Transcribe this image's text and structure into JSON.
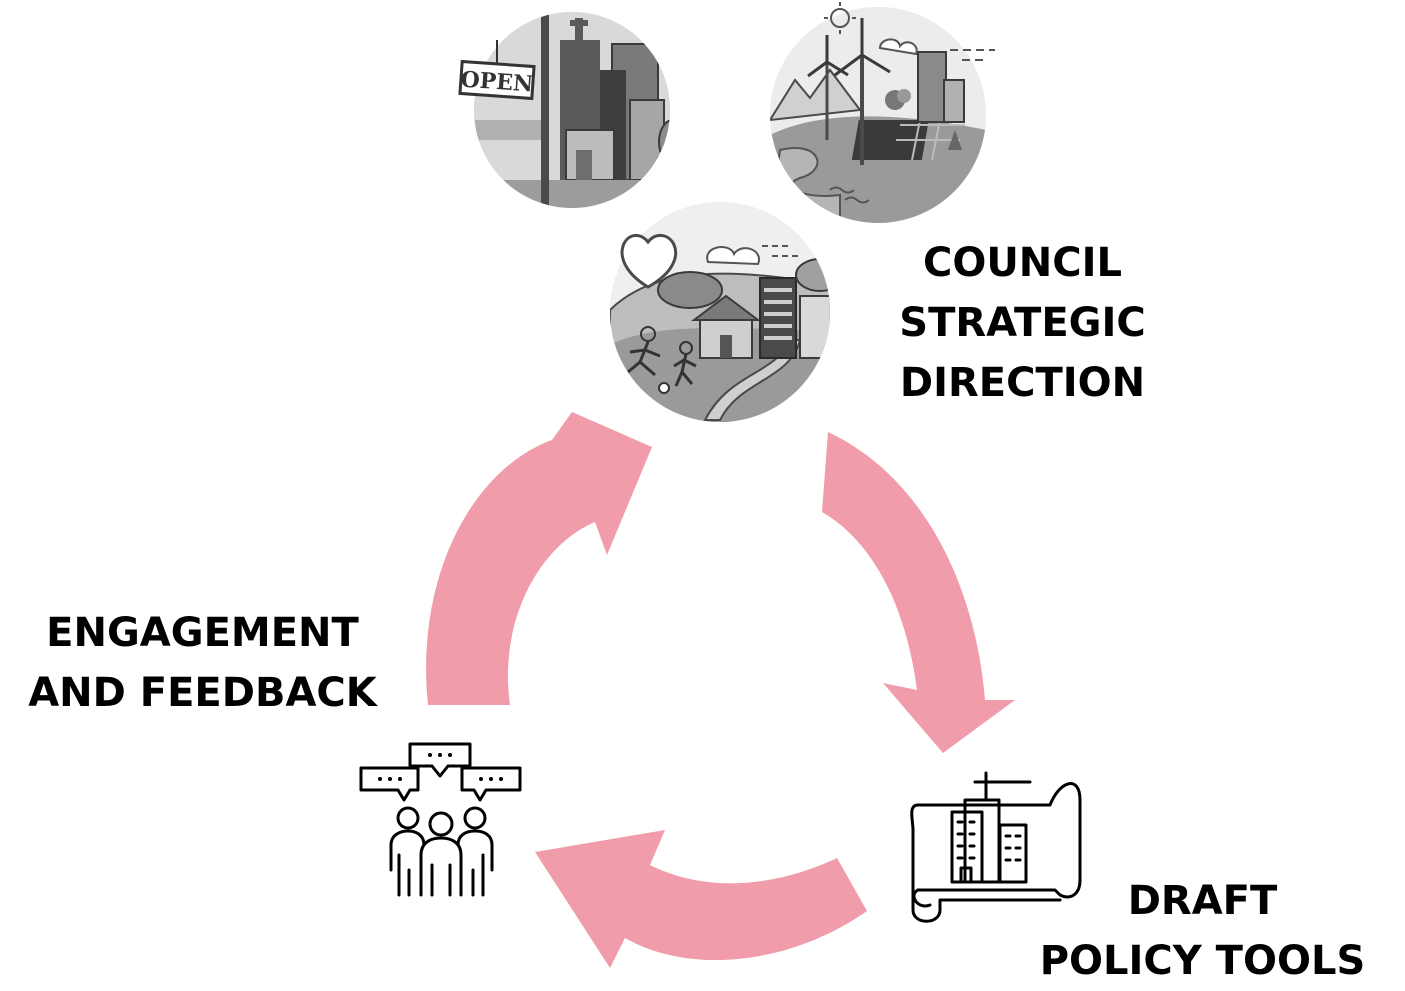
{
  "colors": {
    "arrow": "#F09CAA",
    "icon_stroke": "#000000",
    "illustration_dark": "#4a4a4a",
    "illustration_mid": "#8c8c8c",
    "illustration_light": "#c8c8c8",
    "text": "#000000"
  },
  "nodes": {
    "council": {
      "lines": [
        "COUNCIL",
        "STRATEGIC",
        "DIRECTION"
      ],
      "illustrations": [
        "city-storefront-illustration",
        "renewable-energy-illustration",
        "community-park-illustration"
      ]
    },
    "draft": {
      "lines": [
        "DRAFT",
        "POLICY TOOLS"
      ],
      "icon": "blueprint-building-icon"
    },
    "engagement": {
      "lines": [
        "ENGAGEMENT",
        "AND FEEDBACK"
      ],
      "icon": "people-discussion-icon"
    }
  },
  "illustration_text": {
    "open_sign": "OPEN"
  },
  "cycle": {
    "arrows": [
      {
        "from": "council",
        "to": "draft"
      },
      {
        "from": "draft",
        "to": "engagement"
      },
      {
        "from": "engagement",
        "to": "council"
      }
    ]
  }
}
